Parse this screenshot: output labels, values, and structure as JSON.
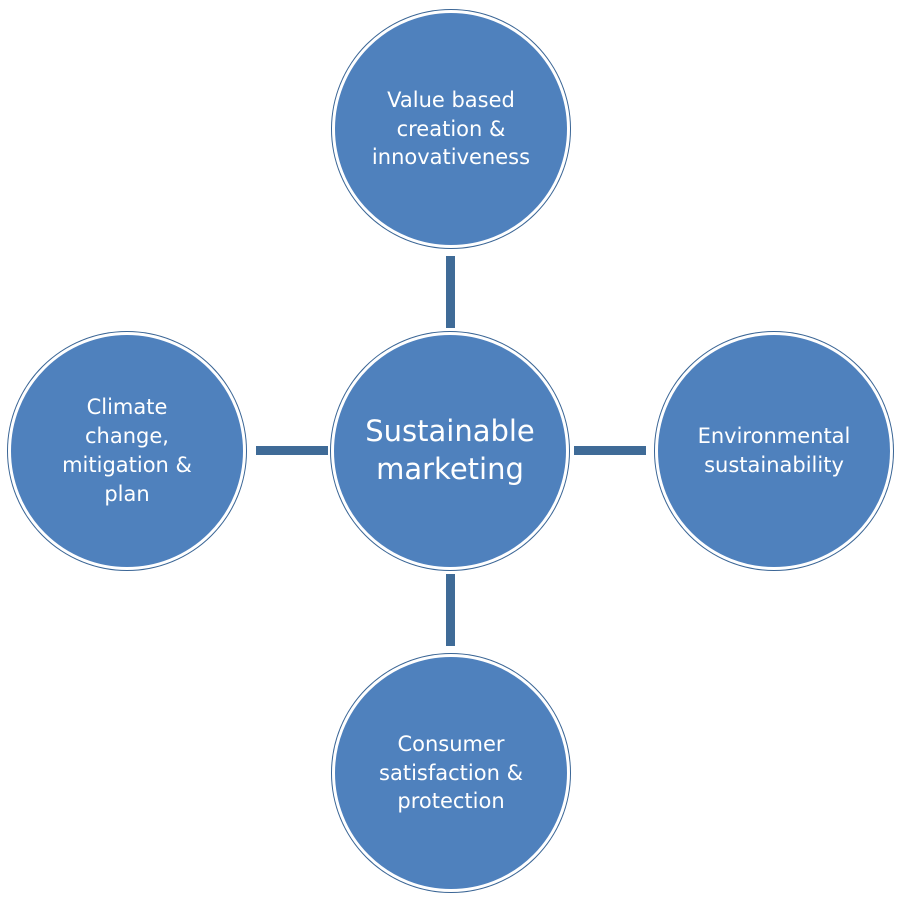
{
  "diagram": {
    "center": {
      "label": "Sustainable\nmarketing"
    },
    "nodes": {
      "top": {
        "label": "Value based\ncreation &\ninnovativeness"
      },
      "left": {
        "label": "Climate\nchange,\nmitigation &\nplan"
      },
      "right": {
        "label": "Environmental\nsustainability"
      },
      "bottom": {
        "label": "Consumer\nsatisfaction &\nprotection"
      }
    },
    "colors": {
      "node_fill": "#4f81bd",
      "connector": "#3f6b97",
      "text": "#ffffff"
    }
  }
}
